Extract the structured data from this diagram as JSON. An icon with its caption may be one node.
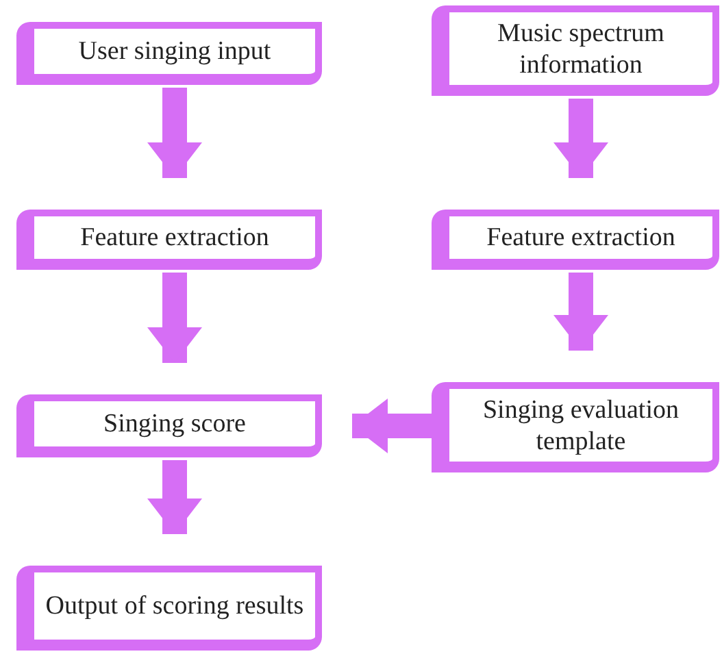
{
  "diagram": {
    "nodes": [
      {
        "text": [
          "User singing input"
        ]
      },
      {
        "text": [
          "Music spectrum information"
        ]
      },
      {
        "text": [
          "Feature extraction"
        ]
      },
      {
        "text": [
          "Feature extraction"
        ]
      },
      {
        "text": [
          "Singing score"
        ]
      },
      {
        "text": [
          "Singing evaluation template"
        ]
      },
      {
        "text": [
          "Output of scoring results"
        ]
      }
    ],
    "edges": [
      {
        "from": 0,
        "to": 2,
        "arrow": "to"
      },
      {
        "from": 1,
        "to": 3,
        "arrow": "to"
      },
      {
        "from": 2,
        "to": 4,
        "arrow": "to"
      },
      {
        "from": 3,
        "to": 5,
        "arrow": "to"
      },
      {
        "from": 5,
        "to": 4,
        "arrow": "to"
      },
      {
        "from": 4,
        "to": 6,
        "arrow": "to"
      }
    ]
  }
}
